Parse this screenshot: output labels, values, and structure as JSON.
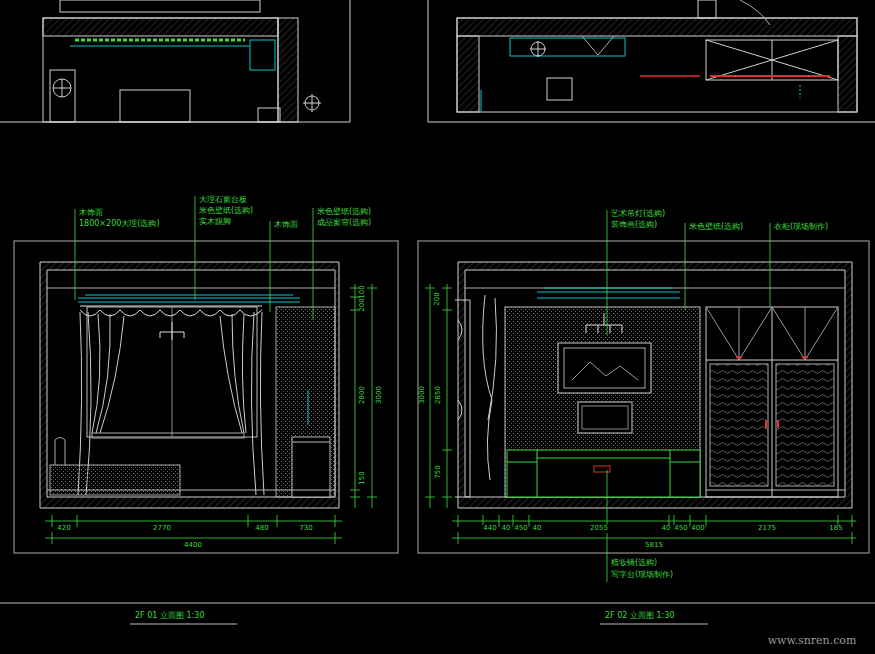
{
  "diagram": {
    "labels": [
      "木饰面",
      "1800×200大理(选购)",
      "大理石窗台板",
      "米色壁纸(选购)",
      "实木踢脚",
      "木饰面",
      "米色壁纸(选购)",
      "成品窗帘(选购)",
      "420",
      "2770",
      "480",
      "730",
      "4400",
      "100",
      "200",
      "2800",
      "3000",
      "150",
      "艺术吊灯(选购)",
      "装饰画(选购)",
      "米色壁纸(选购)",
      "衣柜(现场制作)",
      "200",
      "3000",
      "2850",
      "750",
      "440",
      "40",
      "450",
      "40",
      "2055",
      "40",
      "450",
      "400",
      "2175",
      "185",
      "5815",
      "梳妆镜(选购)",
      "写字台(现场制作)",
      "2F 01 立面图 1:30",
      "2F 02 立面图 1:30",
      "www.snren.com"
    ]
  }
}
